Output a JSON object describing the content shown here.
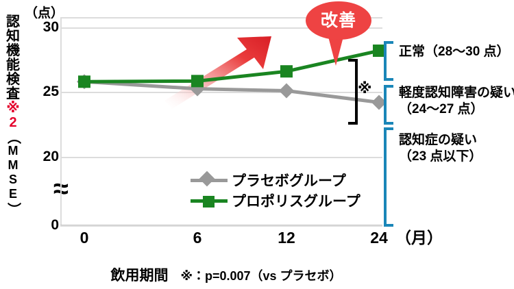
{
  "chart_data": {
    "type": "line",
    "title": "",
    "xlabel": "飲用期間",
    "xlabel_unit": "（月）",
    "ylabel": "認知機能検査※2（MMSE）",
    "ylabel_unit": "（点）",
    "x": [
      0,
      6,
      12,
      24
    ],
    "categories": [
      "0",
      "6",
      "12",
      "24"
    ],
    "xtick_labels": [
      "0",
      "6",
      "12",
      "24"
    ],
    "ytick_labels": [
      "30",
      "25",
      "20",
      "0"
    ],
    "ytick_values": [
      30,
      25,
      20,
      0
    ],
    "ylim": [
      19.4,
      30.8
    ],
    "axis_break": true,
    "axis_break_symbol": "≈",
    "grid": true,
    "legend_position": "inside-bottom-center",
    "series": [
      {
        "name": "プラセボグループ",
        "color": "#999999",
        "marker": "diamond",
        "values": [
          25.8,
          25.25,
          25.1,
          24.2
        ]
      },
      {
        "name": "プロポリスグループ",
        "color": "#1a8521",
        "marker": "square",
        "values": [
          25.8,
          25.85,
          26.6,
          28.2
        ]
      }
    ],
    "annotations": [
      {
        "name": "improvement-callout",
        "text": "改善",
        "color": "#ee4343"
      },
      {
        "name": "significance-mark",
        "text": "※"
      },
      {
        "name": "p-value-note",
        "text": "※：p=0.007（vs プラセボ）"
      }
    ]
  },
  "y_axis": {
    "unit": "（点）",
    "title_chars": [
      "認",
      "知",
      "機",
      "能",
      "検",
      "査",
      "※",
      "2",
      "（",
      "M",
      "M",
      "S",
      "E",
      "）"
    ],
    "note_index_start": 6,
    "note_index_end": 7,
    "ticks": [
      {
        "label": "30",
        "value": 30
      },
      {
        "label": "25",
        "value": 25
      },
      {
        "label": "20",
        "value": 20
      },
      {
        "label": "0",
        "value": 0
      }
    ],
    "break_symbol": "≈"
  },
  "x_axis": {
    "ticks": [
      {
        "label": "0",
        "value": 0
      },
      {
        "label": "6",
        "value": 6
      },
      {
        "label": "12",
        "value": 12
      },
      {
        "label": "24",
        "value": 24
      }
    ],
    "unit": "（月）",
    "title": "飲用期間"
  },
  "legend": {
    "items": [
      {
        "label": "プラセボグループ",
        "color": "#999999",
        "marker": "diamond"
      },
      {
        "label": "プロポリスグループ",
        "color": "#1a8521",
        "marker": "square"
      }
    ]
  },
  "callout": {
    "label": "改善",
    "color": "#ee4343"
  },
  "significance": {
    "mark": "※"
  },
  "categories_right": [
    {
      "name": "normal",
      "line1": "正常（28～30 点）",
      "line2": ""
    },
    {
      "name": "mci",
      "line1": "軽度認知障害の疑い",
      "line2": "（24～27 点）"
    },
    {
      "name": "dementia",
      "line1": "認知症の疑い",
      "line2": "（23 点以下）"
    }
  ],
  "footnote": {
    "axis_title": "飲用期間",
    "p_value": "※：p=0.007（vs プラセボ）"
  },
  "colors": {
    "green": "#1a8521",
    "gray": "#999999",
    "red": "#ee4343",
    "teal": "#1a86b8",
    "note_red": "#e4002b",
    "grid": "#dcdcdc"
  }
}
